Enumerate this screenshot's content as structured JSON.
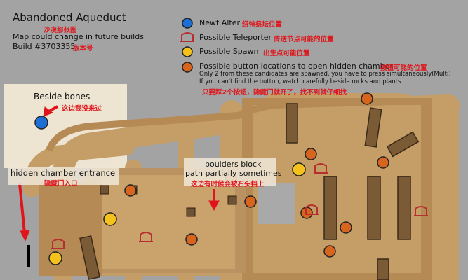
{
  "title": {
    "main": "Abandoned Aqueduct",
    "main_cn": "沙漠那张图",
    "note": "Map could change in future builds",
    "build": "Build #3703355",
    "build_cn": "版本号"
  },
  "legend": [
    {
      "icon": "newt-alter-icon",
      "color": "#1d6fd6",
      "label": "Newt Alter",
      "label_cn": "纽特祭坛位置"
    },
    {
      "icon": "teleporter-icon",
      "color": "#b82d2d",
      "label": "Possible Teleporter",
      "label_cn": "传送节点可能的位置"
    },
    {
      "icon": "spawn-icon",
      "color": "#f4c21a",
      "label": "Possible Spawn",
      "label_cn": "出生点可能位置"
    },
    {
      "icon": "button-icon",
      "color": "#d7651d",
      "label": "Possible button locations to open hidden chamber",
      "label_cn": "按钮可能的位置"
    }
  ],
  "notes": {
    "line1": "Only 2 from these candidates are spawned, you have to press simultaneously(Multi)",
    "line2": "If you can't find the button, watch carefully beside rocks and plants",
    "line_cn": "只要踩2个按钮，隐藏门就开了，找不到就仔细找"
  },
  "callouts": {
    "bones": "Beside bones",
    "bones_cn": "这边我没来过",
    "chamber": "hidden chamber entrance",
    "chamber_cn": "隐藏门入口",
    "boulders_1": "boulders block",
    "boulders_2": "path partially sometimes",
    "boulders_cn": "这边有时候会被石头挡上"
  },
  "colors": {
    "background": "#a3a3a3",
    "path": "#c59d66",
    "path_dark": "#a47a44",
    "light_area": "#ede4d2",
    "pillar": "#7a5b36",
    "newt": "#1d6fd6",
    "spawn": "#f4c21a",
    "button": "#d7651d",
    "teleporter": "#b82d2d",
    "annotation": "#e0151b"
  }
}
